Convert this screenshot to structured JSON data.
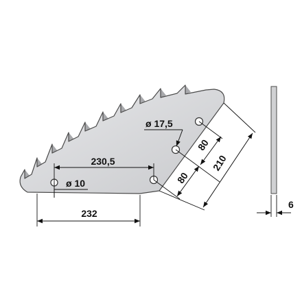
{
  "drawing": {
    "colors": {
      "blade_fill": "#d9dadc",
      "blade_edge": "#4a4a4a",
      "dimension": "#111111",
      "background": "#ffffff"
    },
    "labels": {
      "hole_large_diameter": "ø 17,5",
      "hole_small_diameter": "ø 10",
      "hole_spacing_long": "230,5",
      "overall_length": "232",
      "hole_spacing_upper": "80",
      "hole_spacing_lower": "80",
      "edge_length": "210",
      "thickness": "6"
    }
  }
}
